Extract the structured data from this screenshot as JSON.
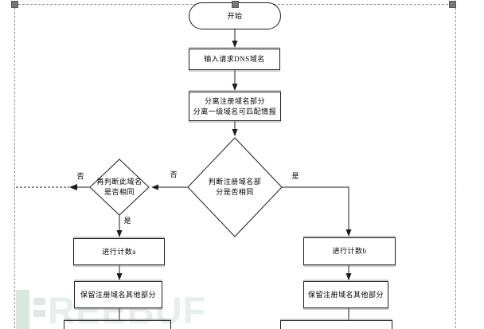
{
  "diagram": {
    "nodes": {
      "start": "开始",
      "input_dns": "输入请求DNS域名",
      "separate_line1": "分离注册域名部分",
      "separate_line2": "分离一级域名可匹配情报",
      "decide_main_line1": "判断注册域名部",
      "decide_main_line2": "分是否相同",
      "decide_second_line1": "再判断此域名",
      "decide_second_line2": "是否相同",
      "count_a": "进行计数a",
      "count_b": "进行计数b",
      "keep_other_left": "保留注册域名其他部分",
      "keep_other_right": "保留注册域名其他部分"
    },
    "labels": {
      "no_main": "否",
      "no_second": "否",
      "yes_second": "是",
      "yes_main": "是"
    }
  },
  "watermark": {
    "text": "REEBUF"
  },
  "colors": {
    "line": "#1c1c1c",
    "selection": "#8f8f8f",
    "watermark_text": "#e6f0ea",
    "watermark_icon": "#d9e8df"
  }
}
